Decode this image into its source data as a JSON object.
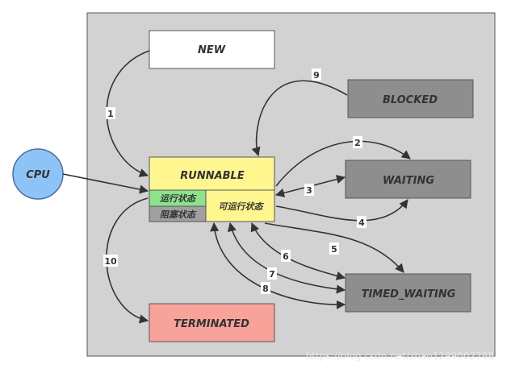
{
  "states": {
    "new": "NEW",
    "runnable": "RUNNABLE",
    "running": "运行状态",
    "blocked_sub": "阻塞状态",
    "ready": "可运行状态",
    "blocked": "BLOCKED",
    "waiting": "WAITING",
    "timed_waiting": "TIMED_WAITING",
    "terminated": "TERMINATED",
    "cpu": "CPU"
  },
  "edges": [
    "1",
    "2",
    "3",
    "4",
    "5",
    "6",
    "7",
    "8",
    "9",
    "10"
  ],
  "watermark": "https://blog.csdn.net/zhao1299002788",
  "colors": {
    "container": "#d2d2d2",
    "new": "#ffffff",
    "runnable": "#fff68f",
    "running": "#8ce38c",
    "blocked_sub": "#a0a0a0",
    "gray_state": "#8e8e8e",
    "terminated": "#f7a399",
    "cpu": "#8ec3f7"
  }
}
